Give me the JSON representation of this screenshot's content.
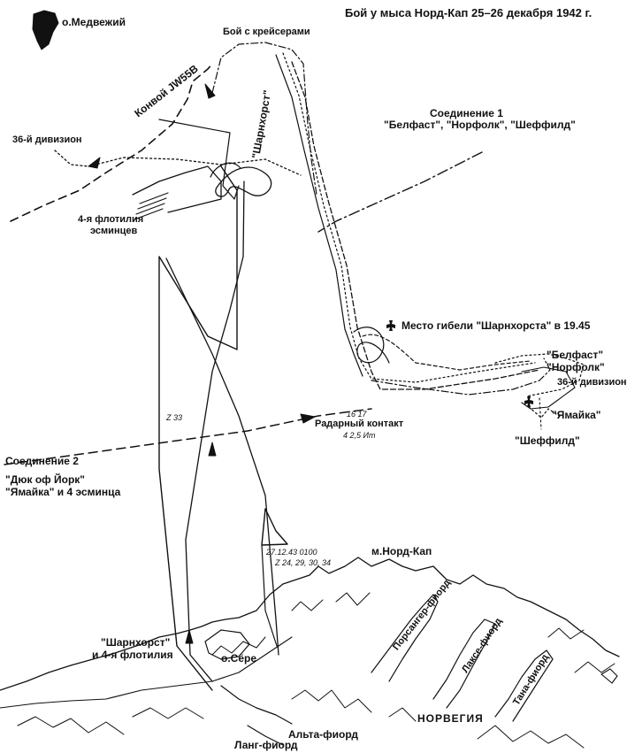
{
  "title": "Бой у мыса Норд-Кап 25–26 декабря 1942 г.",
  "labels": {
    "bear_island": "о.Медвежий",
    "cruiser_battle": "Бой с крейсерами",
    "convoy": "Конвой JW55B",
    "scharnhorst_north": "\"Шарнхорст\"",
    "division36_west": "36-й дивизион",
    "flotilla4_line1": "4-я флотилия",
    "flotilla4_line2": "эсминцев",
    "force1_line1": "Соединение 1",
    "force1_line2": "\"Белфаст\", \"Норфолк\", \"Шеффилд\"",
    "sinking": "Место гибели \"Шарнхорста\" в 19.45",
    "belfast": "\"Белфаст\"",
    "norfolk": "\"Норфолк\"",
    "division36_east": "36-й дивизион",
    "jamaica": "\"Ямайка\"",
    "sheffield": "\"Шеффилд\"",
    "radar_time": "16 17",
    "radar_contact": "Радарный контакт",
    "radar_dist": "4 2,5 Ит",
    "z33": "Z 33",
    "force2_line1": "Соединение 2",
    "force2_line2": "\"Дюк оф Йорк\"",
    "force2_line3": "\"Ямайка\" и 4 эсминца",
    "date_time": "27.12.43   0100",
    "z_list": "Z  24, 29, 30, 34",
    "north_cape": "м.Норд-Кап",
    "porsanger": "Порсангер-фиорд",
    "laks": "Лаксе-фиорд",
    "tana": "Тана-фиорд",
    "soroya": "о.Сёре",
    "scharnhorst_south_line1": "\"Шарнхорст\"",
    "scharnhorst_south_line2": "и 4-я флотилия",
    "norway": "НОРВЕГИЯ",
    "alta": "Альта-фиорд",
    "lang": "Ланг-фиорд"
  },
  "icons": {
    "sinking_marker": "cross-icon"
  }
}
